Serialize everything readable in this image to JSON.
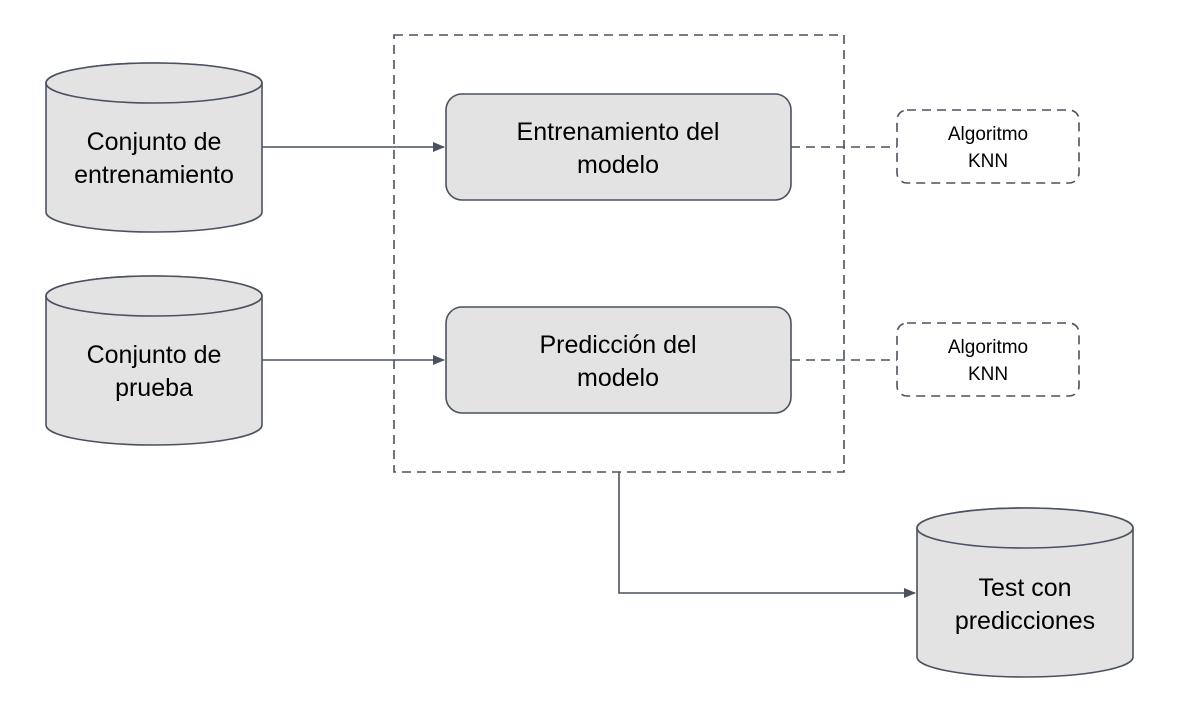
{
  "diagram": {
    "nodes": {
      "training_set": {
        "lines": [
          "Conjunto de",
          "entrenamiento"
        ]
      },
      "test_set": {
        "lines": [
          "Conjunto de",
          "prueba"
        ]
      },
      "model_training": {
        "lines": [
          "Entrenamiento del",
          "modelo"
        ]
      },
      "model_prediction": {
        "lines": [
          "Predicción del",
          "modelo"
        ]
      },
      "algorithm_1": {
        "lines": [
          "Algoritmo",
          "KNN"
        ]
      },
      "algorithm_2": {
        "lines": [
          "Algoritmo",
          "KNN"
        ]
      },
      "output": {
        "lines": [
          "Test con",
          "predicciones"
        ]
      }
    }
  }
}
